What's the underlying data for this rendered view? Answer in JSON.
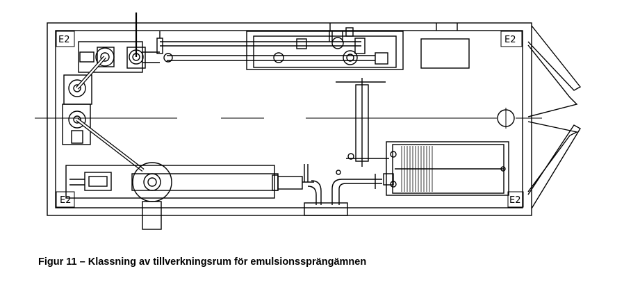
{
  "zone_labels": [
    "E2",
    "E2",
    "E2",
    "E2"
  ],
  "caption": "Figur 11 – Klassning av tillverkningsrum för emulsionssprängämnen"
}
